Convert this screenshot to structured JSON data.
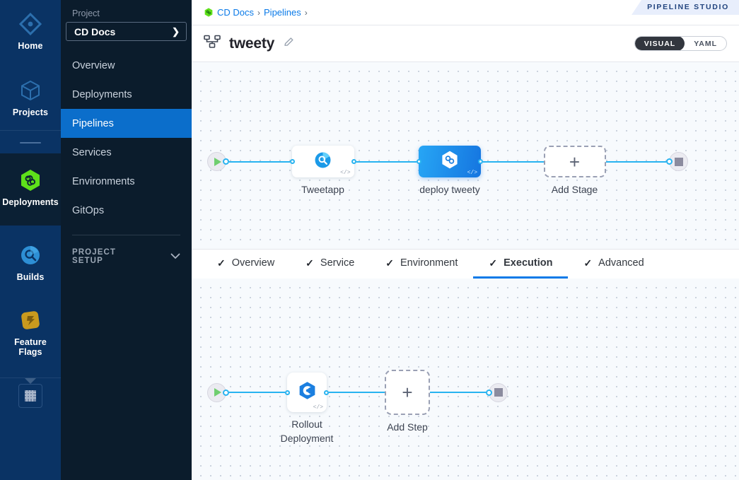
{
  "rail": {
    "items": [
      {
        "label": "Home",
        "icon": "home-diamond-icon",
        "active": false
      },
      {
        "label": "Projects",
        "icon": "cube-icon",
        "active": false
      },
      {
        "label": "Deployments",
        "icon": "deployments-hex-icon",
        "active": true
      },
      {
        "label": "Builds",
        "icon": "builds-circle-icon",
        "active": false
      },
      {
        "label": "Feature Flags",
        "icon": "feature-flags-icon",
        "active": false
      }
    ],
    "collapse_icon": "caret-down-icon",
    "grid_button_icon": "grid-icon"
  },
  "project_nav": {
    "section_label": "Project",
    "selected_project": "CD Docs",
    "chevron": "❯",
    "items": [
      {
        "label": "Overview",
        "active": false
      },
      {
        "label": "Deployments",
        "active": false
      },
      {
        "label": "Pipelines",
        "active": true
      },
      {
        "label": "Services",
        "active": false
      },
      {
        "label": "Environments",
        "active": false
      },
      {
        "label": "GitOps",
        "active": false
      }
    ],
    "setup_label": "PROJECT SETUP",
    "setup_chevron": "⌄"
  },
  "header": {
    "studio_badge": "PIPELINE STUDIO",
    "breadcrumb": [
      {
        "label": "CD Docs",
        "icon": "project-hex-icon"
      },
      {
        "label": "Pipelines",
        "icon": ""
      }
    ],
    "breadcrumb_separator": "›",
    "pipeline_icon": "pipeline-hierarchy-icon",
    "pipeline_name": "tweety",
    "edit_icon": "pencil-edit-icon",
    "view_toggle": {
      "visual": "VISUAL",
      "yaml": "YAML",
      "selected": "VISUAL"
    }
  },
  "stage_canvas": {
    "start_icon": "play-icon",
    "end_icon": "stop-icon",
    "nodes": [
      {
        "label": "Tweetapp",
        "type": "build-stage",
        "icon": "builds-circle-icon",
        "selected": false,
        "code_badge": "</>"
      },
      {
        "label": "deploy tweety",
        "type": "deploy-stage",
        "icon": "deployments-hex-icon",
        "selected": true,
        "code_badge": "</>"
      }
    ],
    "add_node": {
      "label": "Add Stage",
      "icon": "plus-icon"
    }
  },
  "tabs": [
    {
      "label": "Overview",
      "check": "✓",
      "active": false
    },
    {
      "label": "Service",
      "check": "✓",
      "active": false
    },
    {
      "label": "Environment",
      "check": "✓",
      "active": false
    },
    {
      "label": "Execution",
      "check": "✓",
      "active": true
    },
    {
      "label": "Advanced",
      "check": "✓",
      "active": false
    }
  ],
  "step_canvas": {
    "start_icon": "play-icon",
    "end_icon": "stop-icon",
    "nodes": [
      {
        "label": "Rollout Deployment",
        "type": "step",
        "icon": "rollout-icon",
        "code_badge": "</>"
      }
    ],
    "add_node": {
      "label": "Add Step",
      "icon": "plus-icon"
    }
  },
  "colors": {
    "rail_bg": "#0a3364",
    "rail_active_bg": "#0b2034",
    "projnav_bg": "#0b1c2c",
    "nav_active": "#0b6ecb",
    "accent_link": "#0a7ae8",
    "connector": "#28b3f0",
    "selected_node_from": "#27a6f5",
    "selected_node_to": "#1575e0",
    "canvas_bg": "#f7fafd",
    "play_green": "#6fce6f"
  }
}
